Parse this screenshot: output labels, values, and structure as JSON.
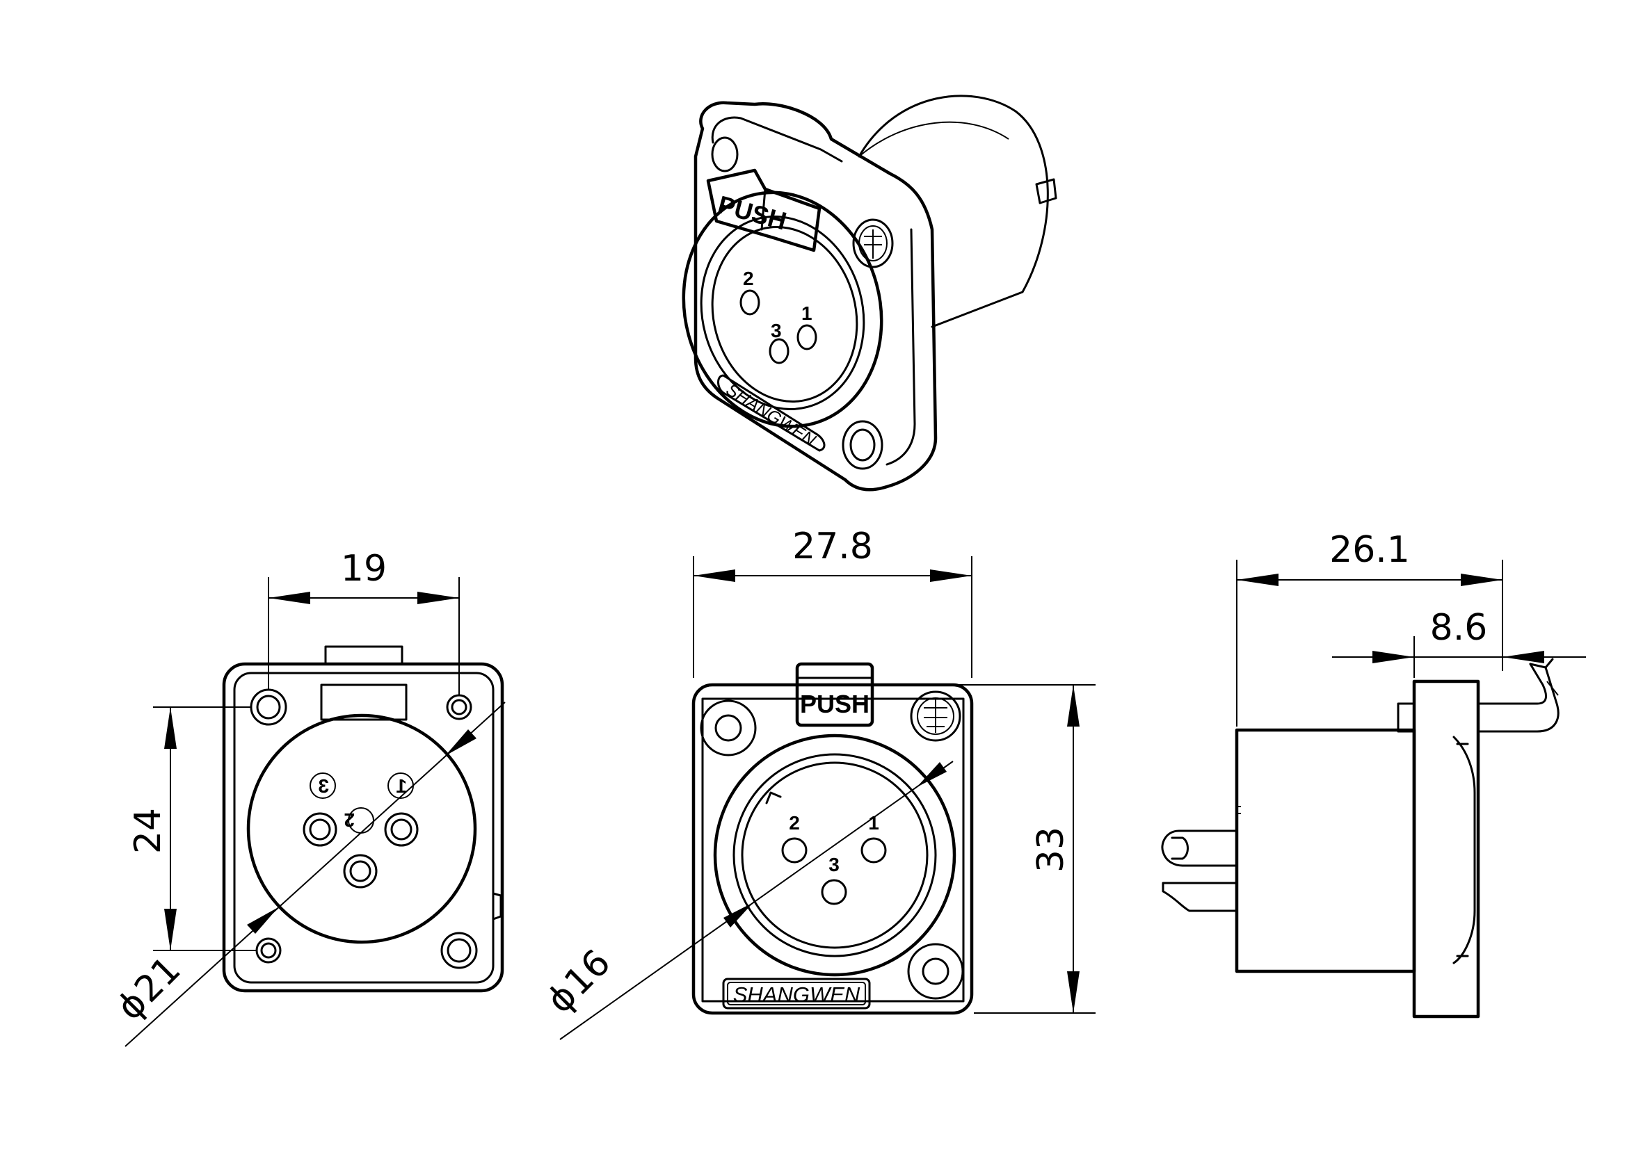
{
  "labels": {
    "push": "PUSH",
    "brand": "SHANGWEN"
  },
  "pins": {
    "one": "1",
    "two": "2",
    "three": "3"
  },
  "dimensions": {
    "rear_width": "19",
    "rear_height": "24",
    "rear_diameter": "21",
    "front_width": "27.8",
    "front_height": "33",
    "front_diameter": "16",
    "side_length": "26.1",
    "side_flange": "8.6",
    "phi_symbol": "ϕ"
  }
}
